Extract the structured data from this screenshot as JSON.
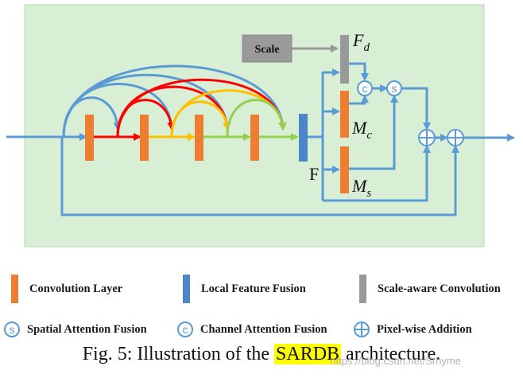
{
  "diagram": {
    "scale_label": "Scale",
    "f_label": "F",
    "fd_label": "F",
    "fd_sub": "d",
    "mc_label": "M",
    "mc_sub": "c",
    "ms_label": "M",
    "ms_sub": "s",
    "channel_symbol": "c",
    "spatial_symbol": "s",
    "colors": {
      "panel_bg": "#d9efd5",
      "panel_border": "#b8d8b0",
      "conv": "#ed7d31",
      "fusion": "#4a86c8",
      "scale_conv": "#999999",
      "arrow_blue": "#5b9bd5",
      "arrow_red": "#ff0000",
      "arrow_yellow": "#ffc000",
      "arrow_green": "#92d050",
      "scale_box": "#9a9a9a"
    }
  },
  "legend": {
    "conv_label": "Convolution Layer",
    "lff_label": "Local Feature Fusion",
    "scale_conv_label": "Scale-aware Convolution",
    "spatial_label": "Spatial Attention Fusion",
    "channel_label": "Channel Attention Fusion",
    "pixel_label": "Pixel-wise Addition",
    "spatial_symbol": "s",
    "channel_symbol": "c"
  },
  "caption": {
    "prefix": "Fig. 5: Illustration of the ",
    "highlight": "SARDB",
    "suffix": " architecture."
  },
  "watermark": "https://blog.csdn.net/Srhyme"
}
